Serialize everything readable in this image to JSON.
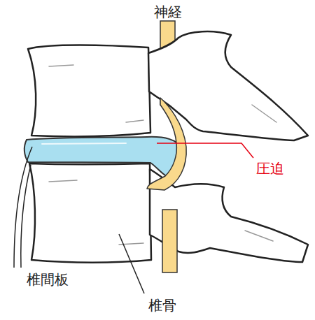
{
  "diagram": {
    "labels": [
      "神経",
      "圧迫",
      "椎間板",
      "椎骨"
    ]
  }
}
